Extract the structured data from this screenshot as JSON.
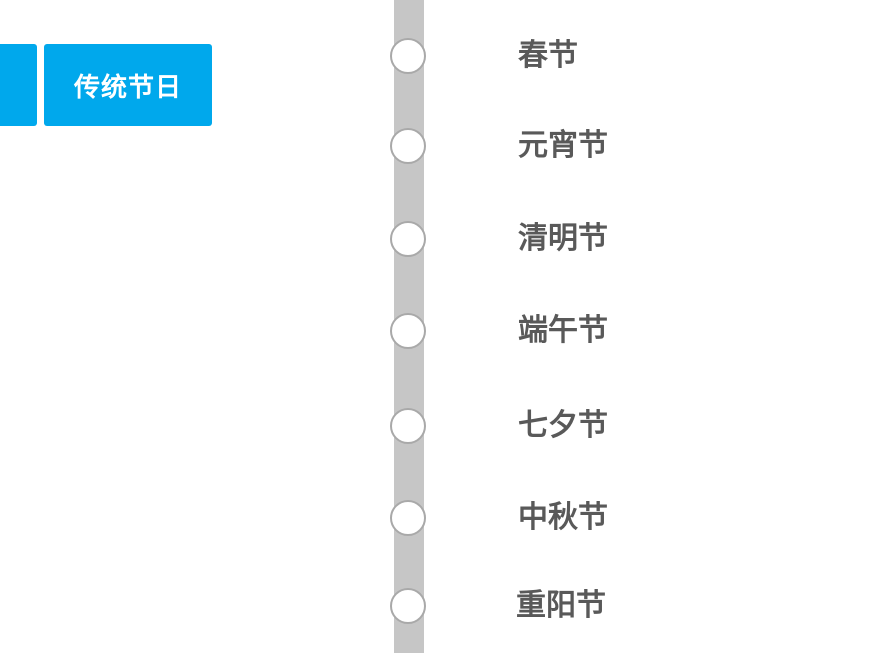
{
  "header": {
    "title": "传统节日",
    "accent_color": "#00a8ec"
  },
  "timeline": {
    "track_color": "#c6c6c6",
    "node_border_color": "#a9a9a9",
    "label_color": "#595959",
    "items": [
      {
        "label": "春节"
      },
      {
        "label": "元宵节"
      },
      {
        "label": "清明节"
      },
      {
        "label": "端午节"
      },
      {
        "label": "七夕节"
      },
      {
        "label": "中秋节"
      },
      {
        "label": "重阳节"
      }
    ]
  }
}
